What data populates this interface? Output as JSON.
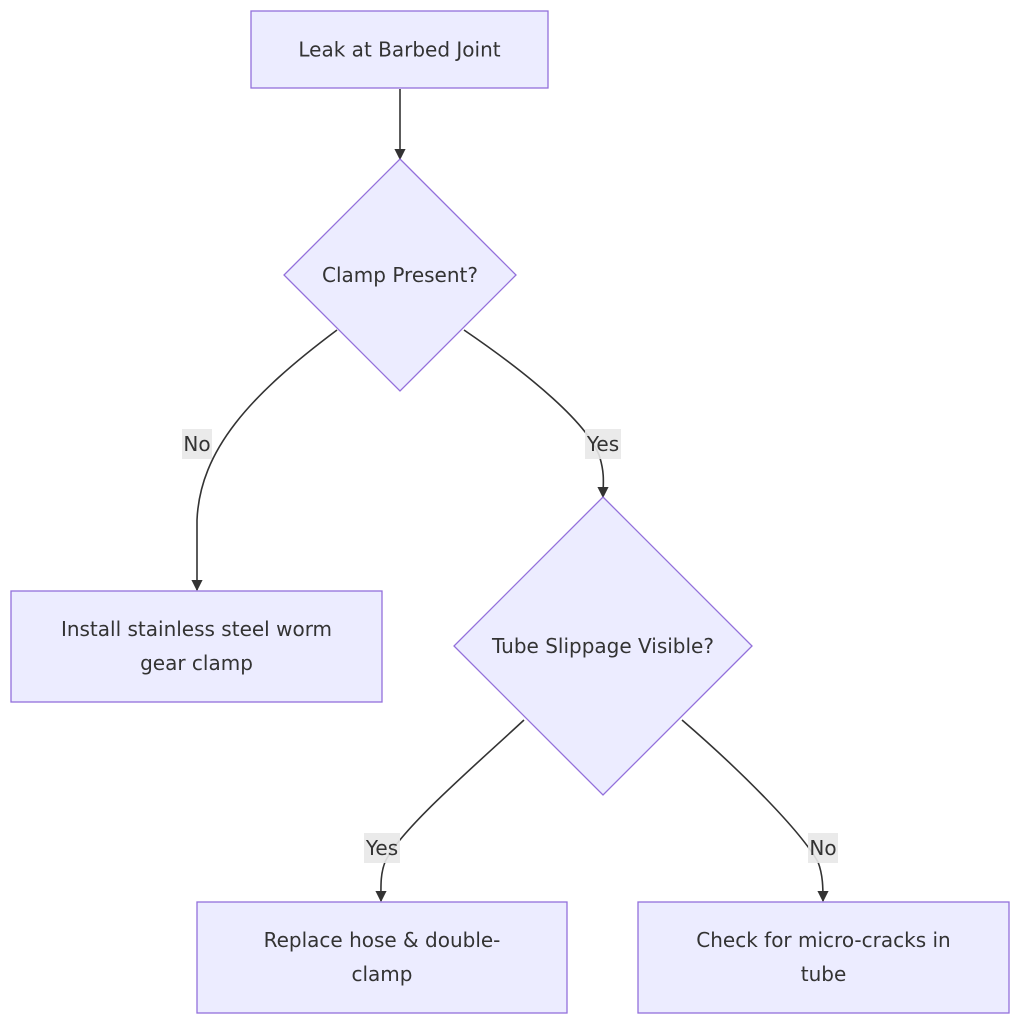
{
  "nodes": {
    "start": {
      "label": "Leak at Barbed Joint"
    },
    "clamp_decision": {
      "label": "Clamp Present?"
    },
    "install_clamp": {
      "label_line1": "Install stainless steel worm",
      "label_line2": "gear clamp"
    },
    "slippage_decision": {
      "label": "Tube Slippage Visible?"
    },
    "replace_hose": {
      "label_line1": "Replace hose & double-",
      "label_line2": "clamp"
    },
    "check_cracks": {
      "label_line1": "Check for micro-cracks in",
      "label_line2": "tube"
    }
  },
  "edges": {
    "clamp_no": {
      "label": "No"
    },
    "clamp_yes": {
      "label": "Yes"
    },
    "slippage_yes": {
      "label": "Yes"
    },
    "slippage_no": {
      "label": "No"
    }
  },
  "colors": {
    "node_fill": "#ececff",
    "node_stroke": "#9370db",
    "edge_stroke": "#333333",
    "label_bg": "#e8e8e8"
  }
}
